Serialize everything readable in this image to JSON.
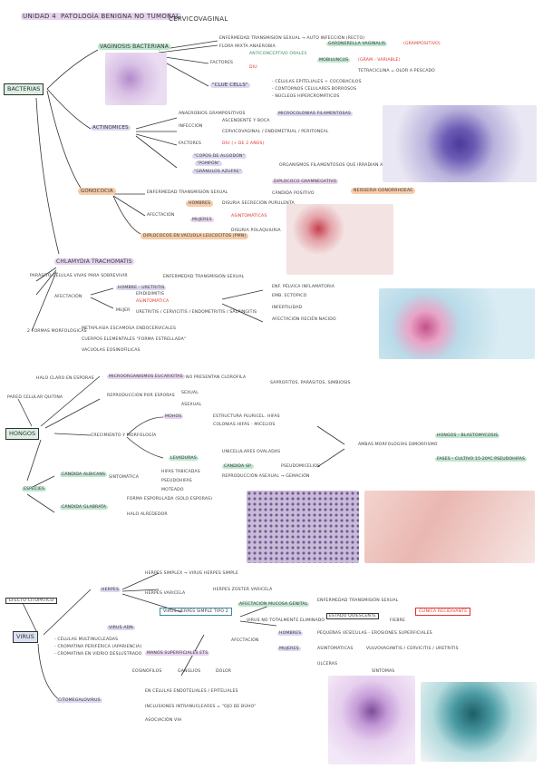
{
  "title": {
    "line1": "unidad 4  patología benigna no tumoral",
    "line2": "cervicovaginal"
  },
  "bacterias": {
    "root": "bacterias",
    "vaginosis": "vaginosis bacteriana",
    "v_items": [
      "enfermedad transmisión sexual → auto infección (recto)",
      "flora mixta anaerobia",
      "gardnerella vaginalis",
      "(grampositivo)",
      "factores",
      "anticonceptivo orales",
      "diu",
      "mobiluncus",
      "(gram - variable)",
      "tetraciclina = olor a pescado"
    ],
    "clue": "\"clue cells\"",
    "clue_items": [
      "- células epiteliales + cocobacilos",
      "- contornos celulares borrosos",
      "- núcleos hipercromáticos"
    ],
    "actino": "actinomices",
    "a_items": [
      "anaerobios grampositivos",
      "microcolonias filamentosas",
      "infección",
      "ascendente y boca",
      "cervicovaginal / endometrial / peritoneal",
      "factores",
      "diu (+ de 2 años)",
      "\"copos de algodón\"",
      "\"pompón\"",
      "\"gránulos azufre\"",
      "organismos filamentosos que irradian a periferia"
    ],
    "gono": "gonococia",
    "g_items": [
      "enfermedad transmisión sexual",
      "diplococo gramnegativo",
      "cándida positivo",
      "neisseria gonorrhoeae",
      "afectación",
      "hombres",
      "disuria secreción purulenta",
      "mujeres",
      "asintomáticas",
      "disuria polaquiuria",
      "diplococos en vacuola leucocitos (pmn)"
    ]
  },
  "chlamydia": {
    "root": "chlamydia trachomatis",
    "items": [
      "parásito células vivas para sobrevivir",
      "enfermedad transmisión sexual",
      "afectación",
      "hombre - uretritis",
      "epididimitis",
      "mujer",
      "asintomática",
      "uretritis / cervicitis / endometritis / salpingitis",
      "enf. pélvica inflamatoria",
      "emb. ectópico",
      "infertilidad",
      "afectación recién nacido",
      "2 formas morfológicas",
      "metaplasia escamosa endocervicales",
      "cuerpos elementales \"forma estrellada\"",
      "vacuolas eosinofílicas"
    ]
  },
  "hongos": {
    "root": "hongos",
    "items": [
      "pared celular quitina",
      "halo claro en esporas",
      "microorganismos eucariotas",
      "no presentan clorofila",
      "saprofitos, parásitos, simbiosis",
      "reproducción por esporas",
      "sexual",
      "asexual",
      "crecimiento y morfología",
      "mohos",
      "estructura pluricel. hifas",
      "colonias hifas - micelios",
      "levaduras",
      "unicelulares ovaladas",
      "cándida sp.",
      "pseudomicelios",
      "reproducción asexual → gemación",
      "ambas morfologías dimorfismo",
      "hongos - blastomycosis",
      "fases - cultivo 15-20ºC pseudohifas",
      "especies",
      "cándida albicans",
      "sintomática",
      "hifas tabicadas",
      "pseudohifas",
      "moteado",
      "cándida glabrata",
      "forma esporulada (solo esporas)",
      "halo alrededor"
    ]
  },
  "virus": {
    "root": "virus",
    "items": [
      "efecto citopático",
      "herpes",
      "herpes simplex → virus herpes simple",
      "herpes varicela",
      "herpes zoster varicela",
      "virus herpes simple tipo 2",
      "afectación mucosa genital",
      "enfermedad transmisión sexual",
      "virus no totalmente eliminado",
      "estado quiescente",
      "fiebre",
      "clínica recidivante",
      "afectación",
      "hombres",
      "pequeñas vesículas - erosiones superficiales",
      "mujeres",
      "asintomáticas",
      "vulvovaginitis / cervicitis / uretritis",
      "virus adn",
      "- células multinucleadas",
      "- cromatina periférica (apariencia)",
      "- cromatina en vidrio deslustrado",
      "manos superficiales ets",
      "eosinófilos",
      "ganglios",
      "dolor",
      "úlceras",
      "síntomas",
      "citomegalovirus",
      "en células endoteliales / epiteliales",
      "inclusiones intranucleares = \"ojo de búho\"",
      "asociación vih"
    ]
  },
  "colors": {
    "purple": "#e6d4ef",
    "green": "#bfe6cf",
    "orange": "#f6cba8",
    "red": "#e0312b"
  }
}
